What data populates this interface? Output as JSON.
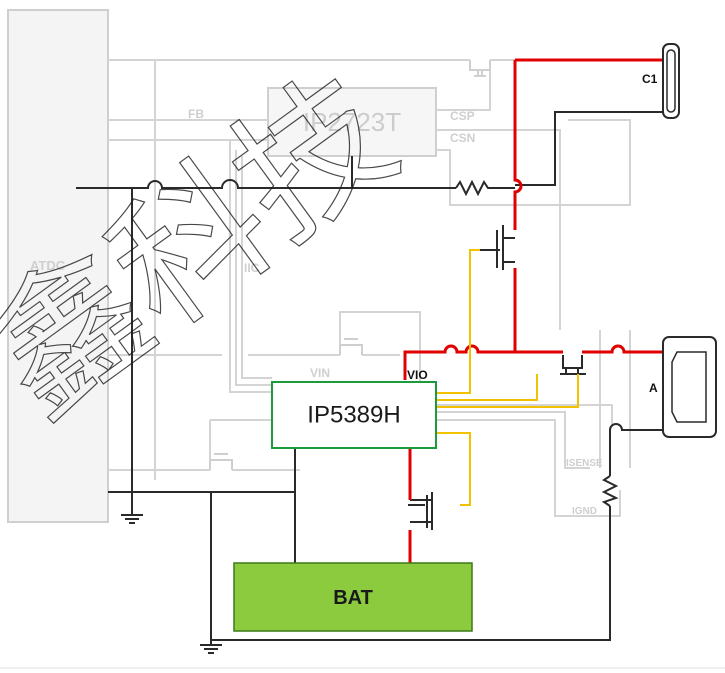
{
  "chips": {
    "main_label": "IP5389H",
    "sub_label": "IP2723T",
    "battery_label": "BAT"
  },
  "ports": {
    "c1_label": "C1",
    "a_label": "A"
  },
  "nets": {
    "vin": "VIN",
    "vio": "VIO",
    "iic": "IIC",
    "fb": "FB",
    "csp": "CSP",
    "csn": "CSN",
    "isense": "ISENSE",
    "ignd": "IGND",
    "atdc": "ATDC"
  },
  "watermark_text": "鑫科技",
  "colors": {
    "power_wire": "#e00000",
    "control_wire": "#f2c200",
    "signal_wire": "#2a2a2a",
    "faded_wire": "#d0d0d0",
    "main_chip_border": "#1a9c3c",
    "battery_fill": "#8ccb3e",
    "battery_border": "#3a7a1a",
    "watermark": "#1c1c1c"
  }
}
